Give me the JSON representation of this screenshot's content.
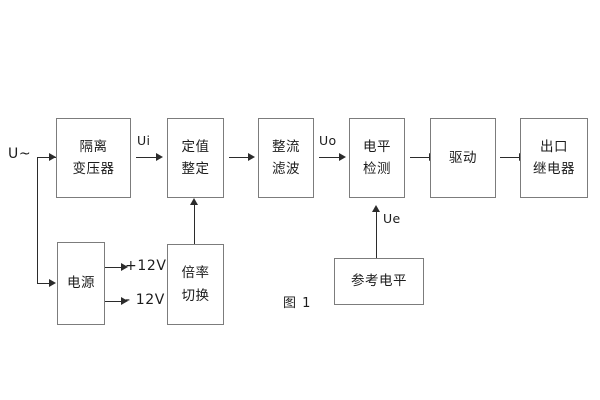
{
  "diagram": {
    "caption": "图 1",
    "input_label": "U~",
    "blocks": [
      {
        "id": "isolation-transformer",
        "lines": [
          "隔离",
          "变压器"
        ]
      },
      {
        "id": "setpoint-adjust",
        "lines": [
          "定值",
          "整定"
        ]
      },
      {
        "id": "rectify-filter",
        "lines": [
          "整流",
          "滤波"
        ]
      },
      {
        "id": "level-detect",
        "lines": [
          "电平",
          "检测"
        ]
      },
      {
        "id": "drive",
        "lines": [
          "驱动"
        ]
      },
      {
        "id": "output-relay",
        "lines": [
          "出口",
          "继电器"
        ]
      },
      {
        "id": "power-supply",
        "lines": [
          "电源"
        ]
      },
      {
        "id": "multiplier-switch",
        "lines": [
          "倍率",
          "切换"
        ]
      },
      {
        "id": "reference-level",
        "lines": [
          "参考电平"
        ]
      }
    ],
    "signals": {
      "ui": "Ui",
      "uo": "Uo",
      "ue": "Ue",
      "rail_positive": "+12V",
      "rail_negative": "- 12V"
    },
    "colors": {
      "block_border": "#7c7c7c",
      "wire": "#2b2b2b",
      "text": "#1c1c1c",
      "background": "#ffffff"
    }
  }
}
